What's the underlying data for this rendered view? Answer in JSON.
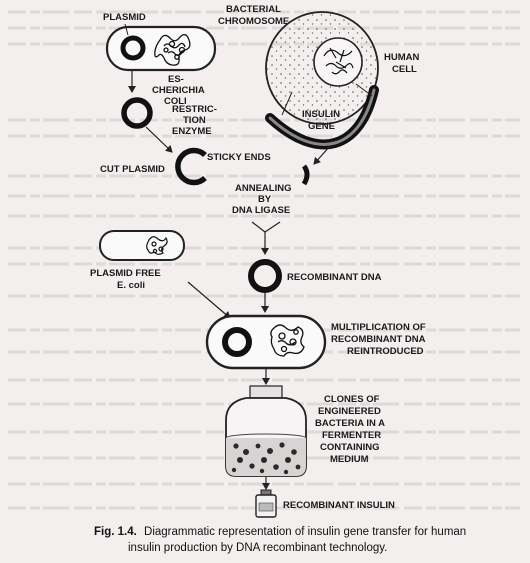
{
  "labels": {
    "plasmid": "PLASMID",
    "bacterial_chromosome_1": "BACTERIAL",
    "bacterial_chromosome_2": "CHROMOSOME",
    "human_cell_1": "HUMAN",
    "human_cell_2": "CELL",
    "ecoli_1": "ES-",
    "ecoli_2": "CHERICHIA",
    "ecoli_3": "COLI",
    "restriction_1": "RESTRIC-",
    "restriction_2": "TION",
    "restriction_3": "ENZYME",
    "insulin_gene_1": "INSULIN",
    "insulin_gene_2": "GENE",
    "cut_plasmid": "CUT PLASMID",
    "sticky_ends": "STICKY ENDS",
    "annealing_1": "ANNEALING",
    "annealing_2": "BY",
    "annealing_3": "DNA LIGASE",
    "plasmid_free_1": "PLASMID FREE",
    "plasmid_free_2": "E. coli",
    "recombinant_dna": "RECOMBINANT DNA",
    "multiplication_1": "MULTIPLICATION OF",
    "multiplication_2": "RECOMBINANT DNA",
    "multiplication_3": "REINTRODUCED",
    "clones_1": "CLONES OF",
    "clones_2": "ENGINEERED",
    "clones_3": "BACTERIA IN A",
    "clones_4": "FERMENTER",
    "clones_5": "CONTAINING",
    "clones_6": "MEDIUM",
    "recombinant_insulin": "RECOMBINANT INSULIN"
  },
  "caption": {
    "figure_label": "Fig. 1.4.",
    "line1": "Diagrammatic representation of insulin gene transfer for human",
    "line2": "insulin production by DNA recombinant technology."
  }
}
